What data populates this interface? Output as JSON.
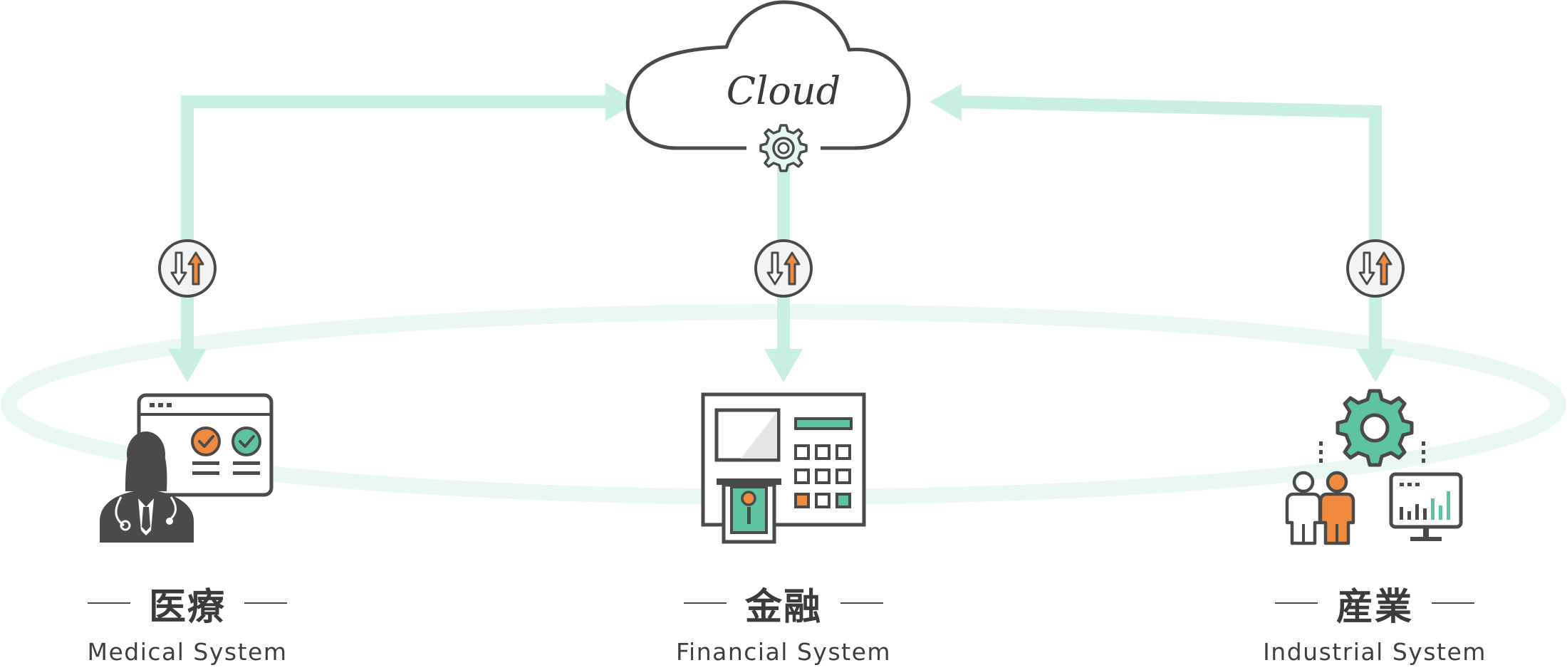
{
  "cloud": {
    "label": "Cloud"
  },
  "nodes": [
    {
      "id": "medical",
      "title_jp": "医療",
      "title_en": "Medical System"
    },
    {
      "id": "financial",
      "title_jp": "金融",
      "title_en": "Financial System"
    },
    {
      "id": "industrial",
      "title_jp": "産業",
      "title_en": "Industrial System"
    }
  ],
  "colors": {
    "arrow": "#c9efe2",
    "ring": "#e9f8f2",
    "stroke": "#4a4a4a",
    "accent_green": "#5ec3a1",
    "accent_orange": "#f08a3f"
  }
}
